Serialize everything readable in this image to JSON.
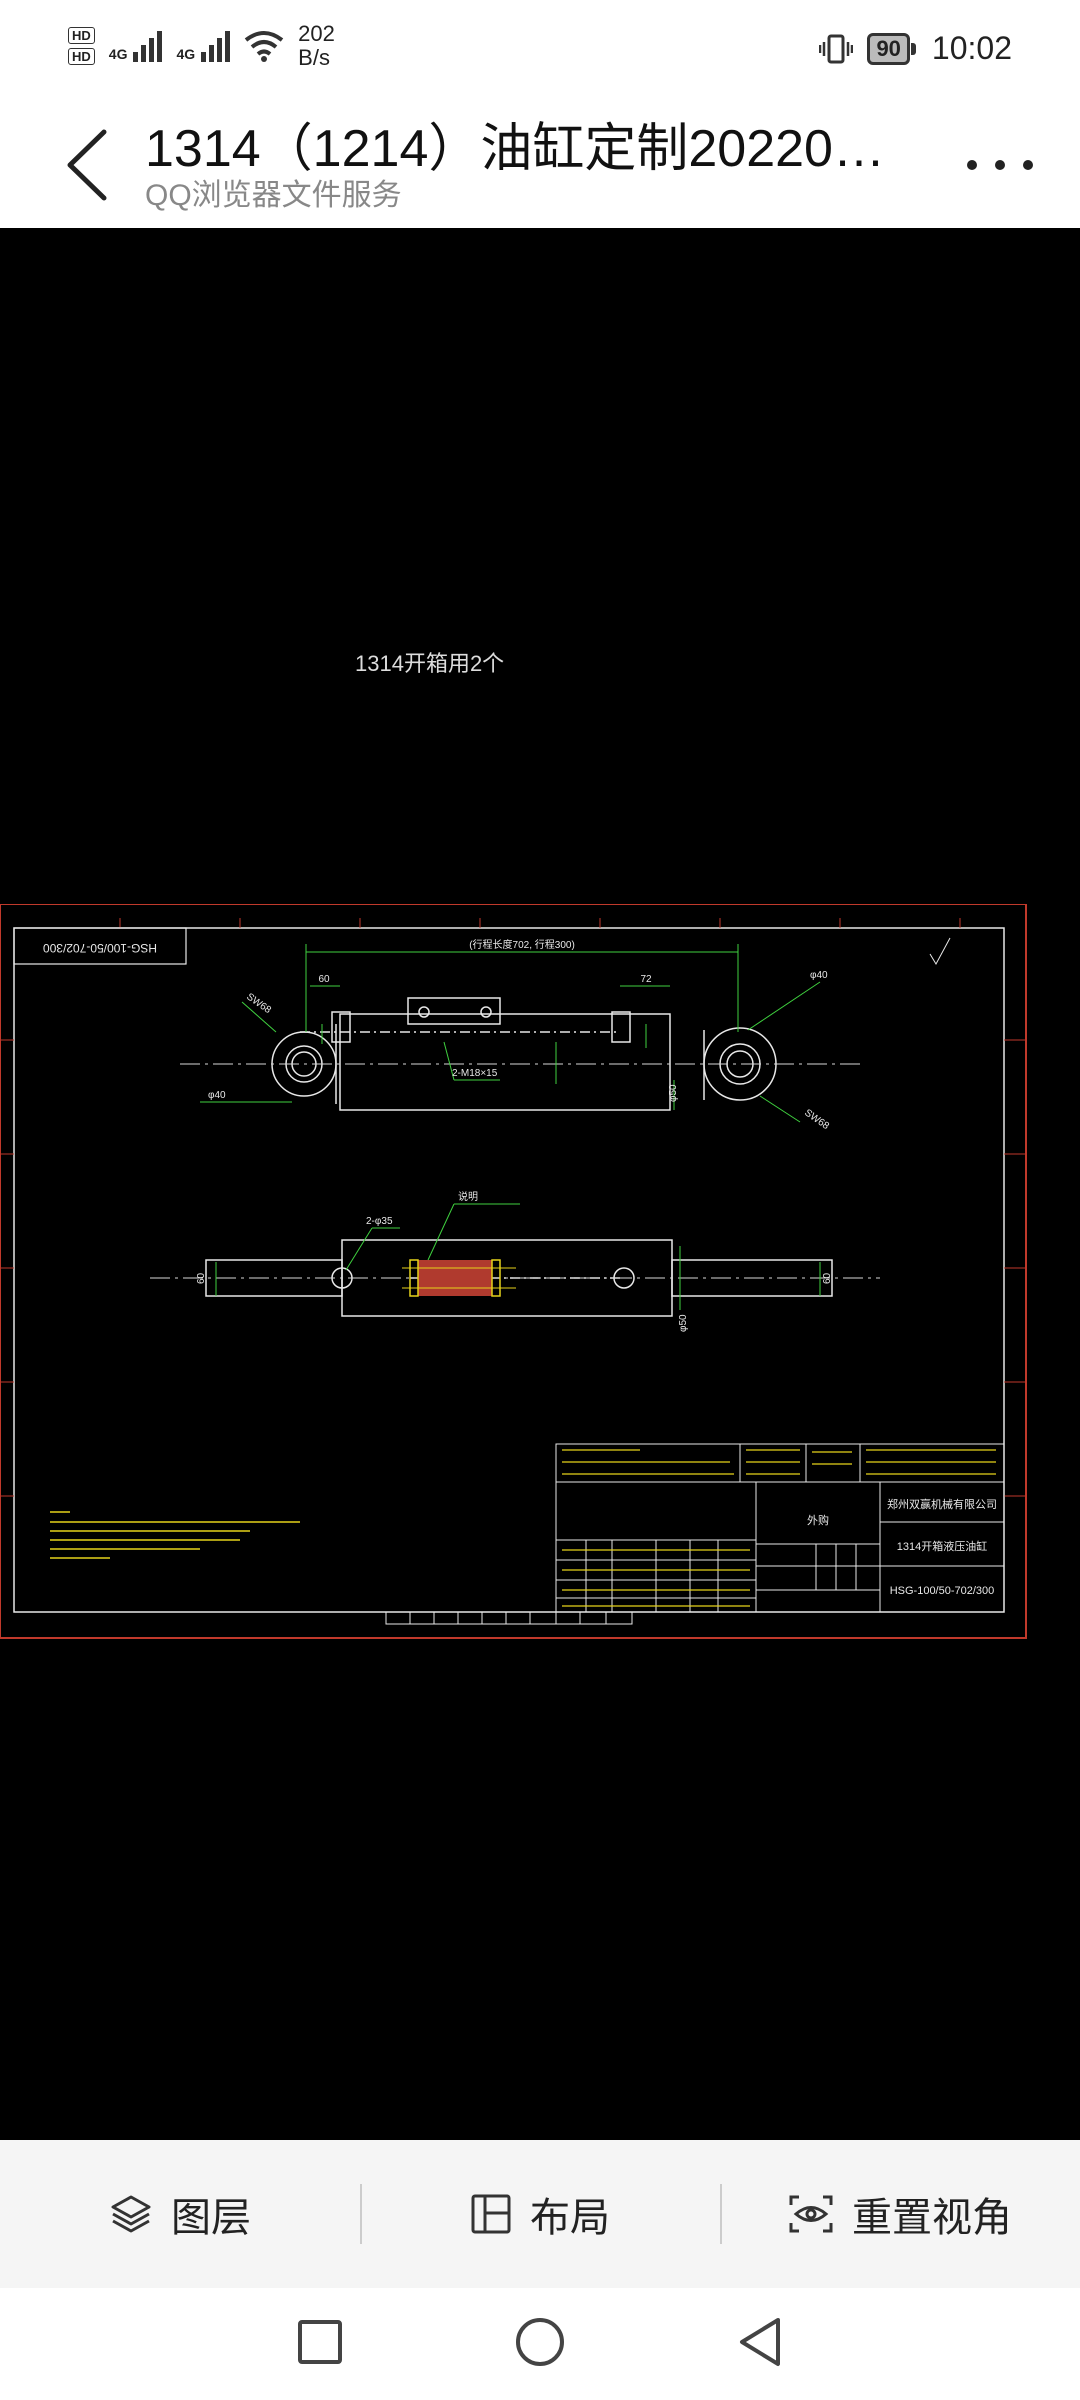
{
  "status": {
    "hd1": "HD",
    "hd2": "HD",
    "net1": "4G",
    "net2": "4G",
    "speed_value": "202",
    "speed_unit": "B/s",
    "battery": "90",
    "time": "10:02"
  },
  "header": {
    "title": "1314（1214）油缸定制20220…",
    "subtitle": "QQ浏览器文件服务"
  },
  "drawing": {
    "note": "1314开箱用2个",
    "code_box": "HSG-100/50-702/300",
    "company": "郑州双赢机械有限公司",
    "part_name": "1314开箱液压油缸",
    "drawing_number": "HSG-100/50-702/300",
    "view_label": "外购",
    "dim_stroke": "(行程长度702, 行程300)",
    "dim_60a": "60",
    "dim_72": "72",
    "dim_thread": "2-M18×15",
    "dim_sw_left": "SW68",
    "dim_sw_right": "SW68",
    "dim_pin_left": "φ40",
    "dim_pin_right": "φ40",
    "dim_holes": "2-φ35",
    "dim_phi50a": "φ50",
    "dim_phi50b": "φ50",
    "dim_60b": "60",
    "dim_60c": "60",
    "note_label": "说明"
  },
  "toolbar": {
    "layers": "图层",
    "layout": "布局",
    "reset_view": "重置视角"
  },
  "colors": {
    "accent": "#333333",
    "cad_frame": "#c0392b",
    "cad_line": "#e8e8e8",
    "cad_dim": "#3fd03f",
    "cad_yellow": "#e6d21a",
    "cad_section": "#b03a2e"
  }
}
